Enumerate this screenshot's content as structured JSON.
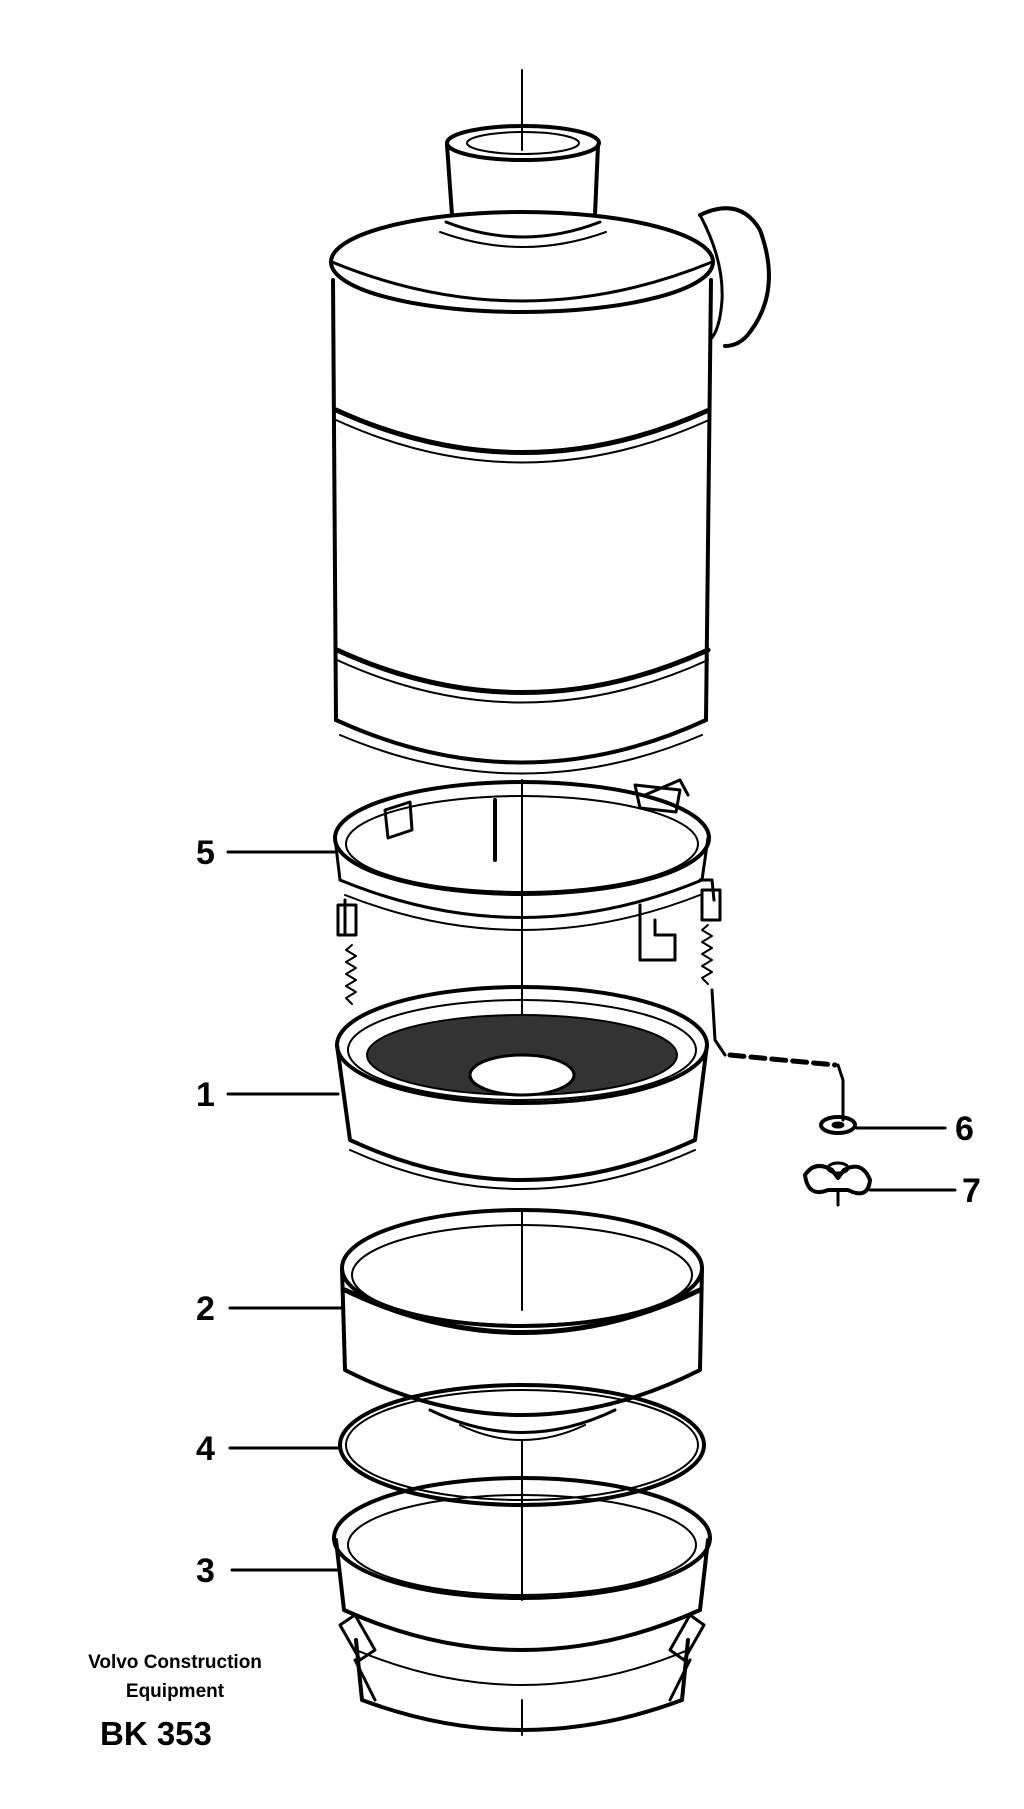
{
  "diagram": {
    "parts": [
      {
        "number": "1",
        "name": "filter-insert-screen"
      },
      {
        "number": "2",
        "name": "pre-cleaner-bowl"
      },
      {
        "number": "3",
        "name": "bottom-bowl-with-clamps"
      },
      {
        "number": "4",
        "name": "sealing-ring"
      },
      {
        "number": "5",
        "name": "clamp-ring"
      },
      {
        "number": "6",
        "name": "washer"
      },
      {
        "number": "7",
        "name": "wing-nut"
      }
    ]
  },
  "caption": {
    "manufacturer_line1": "Volvo Construction",
    "manufacturer_line2": "Equipment",
    "drawing_code": "BK 353"
  }
}
